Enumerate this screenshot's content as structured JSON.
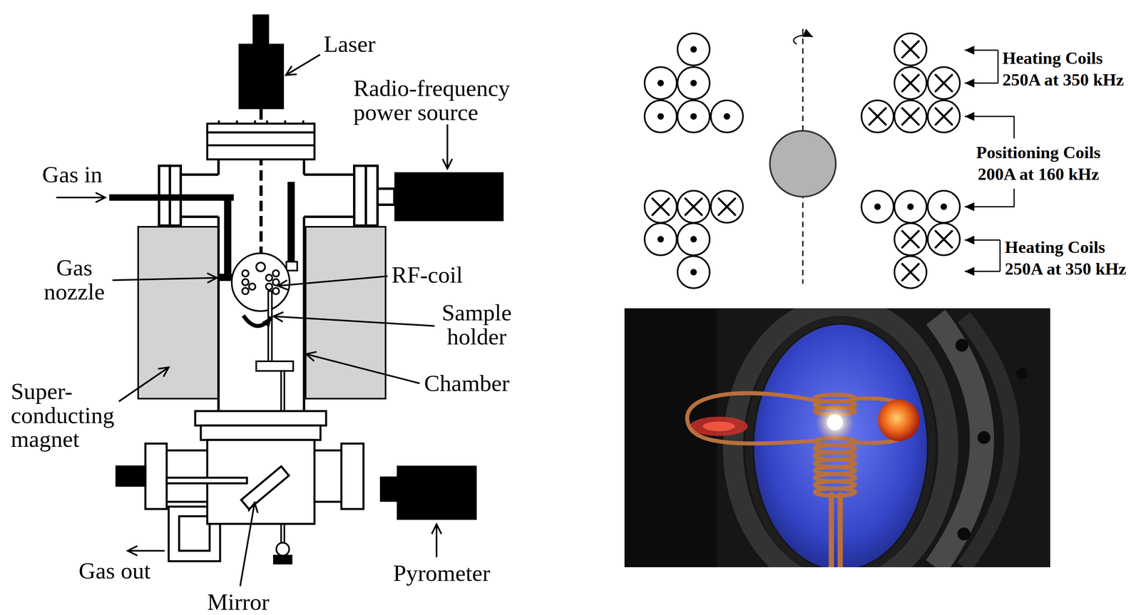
{
  "diagram": {
    "labels": [
      "Laser",
      "Radio-frequency power source",
      "Gas in",
      "Gas nozzle",
      "RF-coil",
      "Sample holder",
      "Chamber",
      "Super- conducting magnet",
      "Gas out",
      "Mirror",
      "Pyrometer",
      "Heating Coils 250A at 350 kHz",
      "Positioning Coils 200A at 160 kHz",
      "Heating Coils 250A at 350 kHz"
    ]
  }
}
